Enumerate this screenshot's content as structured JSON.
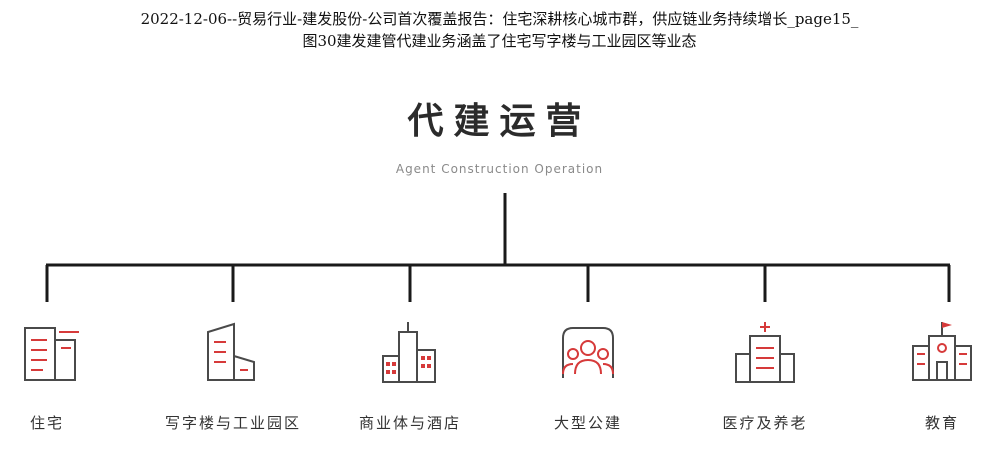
{
  "caption": {
    "line1": "2022-12-06--贸易行业-建发股份-公司首次覆盖报告：住宅深耕核心城市群，供应链业务持续增长_page15_",
    "line2": "图30建发建管代建业务涵盖了住宅写字楼与工业园区等业态"
  },
  "diagram": {
    "title": "代建运营",
    "subtitle": "Agent Construction Operation",
    "categories": [
      {
        "label": "住宅",
        "icon": "residential-building-icon"
      },
      {
        "label": "写字楼与工业园区",
        "icon": "office-building-icon"
      },
      {
        "label": "商业体与酒店",
        "icon": "commercial-hotel-icon"
      },
      {
        "label": "大型公建",
        "icon": "public-building-people-icon"
      },
      {
        "label": "医疗及养老",
        "icon": "hospital-icon"
      },
      {
        "label": "教育",
        "icon": "school-icon"
      }
    ],
    "colors": {
      "line": "#1a1a1a",
      "icon": "#4a4a4a",
      "accent": "#d63a3a"
    }
  }
}
